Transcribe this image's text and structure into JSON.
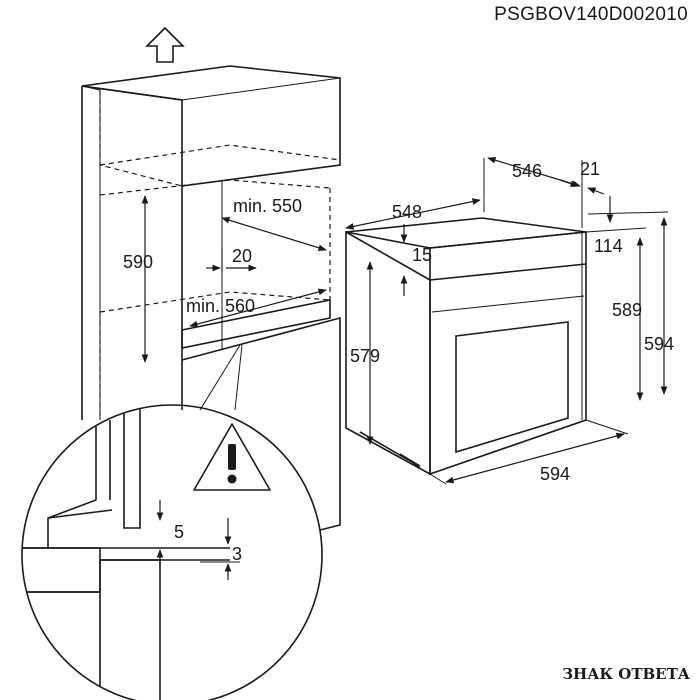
{
  "drawing_code": "PSGBOV140D002010",
  "watermark": "ЗНАК ОТВЕТА",
  "cabinet": {
    "depth_min": "min. 550",
    "width_min": "min. 560",
    "height": "590",
    "vent_gap": "20"
  },
  "oven": {
    "depth": "546",
    "total_depth": "548",
    "panel_thickness": "21",
    "top_offset": "15",
    "front_height_offset": "114",
    "body_height": "579",
    "front_height": "589",
    "total_height": "594",
    "width": "594"
  },
  "detail": {
    "gap_upper": "5",
    "gap_lower": "3"
  },
  "icons": {
    "up_arrow": "up-arrow-icon",
    "warning": "warning-icon"
  }
}
